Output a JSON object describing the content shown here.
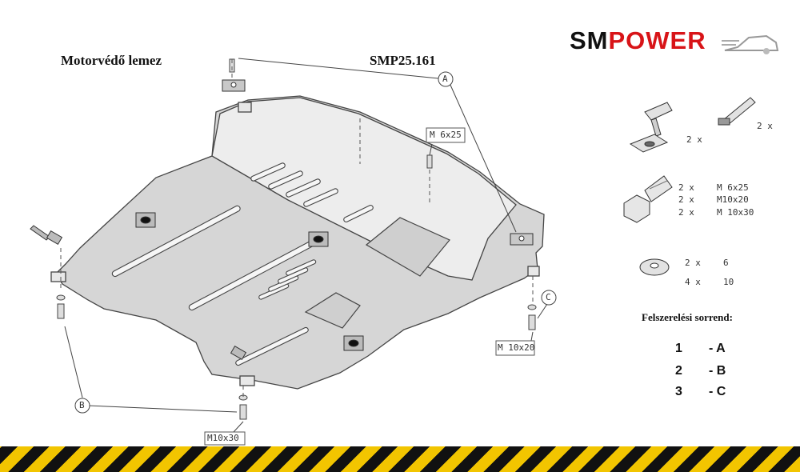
{
  "header": {
    "title": "Motorvédő lemez",
    "part_number": "SMP25.161"
  },
  "logo": {
    "part1": "SM",
    "part2": "POWER"
  },
  "diagram": {
    "callouts": {
      "a": "A",
      "b": "B",
      "c": "C"
    },
    "bolt_labels": {
      "m6": "M 6x25",
      "m10x20": "M 10x20",
      "m10x30": "M10x30"
    }
  },
  "parts": {
    "bracket_qty": "2 x",
    "clip_qty": "2 x",
    "bolts": [
      {
        "qty": "2 x",
        "size": "M 6x25"
      },
      {
        "qty": "2 x",
        "size": "M10x20"
      },
      {
        "qty": "2 x",
        "size": "M 10x30"
      }
    ],
    "washers": [
      {
        "qty": "2 x",
        "size": "6"
      },
      {
        "qty": "4 x",
        "size": "10"
      }
    ]
  },
  "sequence": {
    "title": "Felszerelési sorrend:",
    "steps": [
      {
        "num": "1",
        "letter": "- A"
      },
      {
        "num": "2",
        "letter": "- B"
      },
      {
        "num": "3",
        "letter": "- C"
      }
    ]
  },
  "colors": {
    "brand_red": "#d81418",
    "hazard_yellow": "#f2c500",
    "plate": "#d6d6d6"
  }
}
